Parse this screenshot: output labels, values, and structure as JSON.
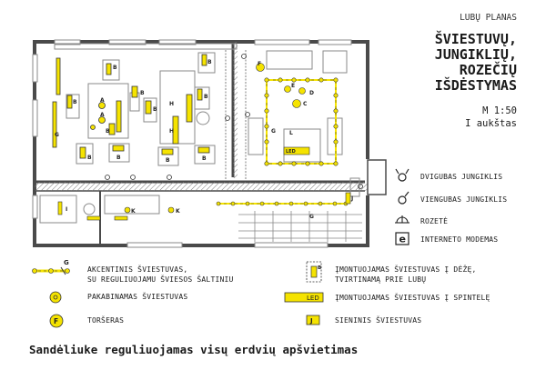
{
  "header": {
    "subtitle": "LUBŲ PLANAS",
    "title_lines": [
      "ŠVIESTUVŲ,",
      "JUNGIKLIŲ,",
      "ROZEČIŲ",
      "IŠDĖSTYMAS"
    ],
    "scale": "M 1:50",
    "floor": "I aukštas"
  },
  "symbols_right": [
    {
      "icon": "double-switch-icon",
      "label": "DVIGUBAS JUNGIKLIS"
    },
    {
      "icon": "single-switch-icon",
      "label": "VIENGUBAS JUNGIKLIS"
    },
    {
      "icon": "socket-icon",
      "label": "ROZETĖ"
    },
    {
      "icon": "internet-modem-icon",
      "label": "INTERNETO MODEMAS",
      "glyph": "e"
    }
  ],
  "legend_left": [
    {
      "icon": "accent-light-icon",
      "letter": "G",
      "lines": [
        "AKCENTINIS ŠVIESTUVAS,",
        "SU REGULIUOJAMU ŠVIESOS ŠALTINIU"
      ]
    },
    {
      "icon": "pendant-light-icon",
      "lines": [
        "PAKABINAMAS ŠVIESTUVAS"
      ]
    },
    {
      "icon": "floor-lamp-icon",
      "letter": "F",
      "lines": [
        "TORŠERAS"
      ]
    }
  ],
  "legend_right": [
    {
      "icon": "recessed-box-light-icon",
      "letter": "B",
      "lines": [
        "ĮMONTUOJAMAS ŠVIESTUVAS Į DĖŽĘ,",
        "TVIRTINAMĄ PRIE LUBŲ"
      ]
    },
    {
      "icon": "cabinet-led-icon",
      "badge": "LED",
      "lines": [
        "ĮMONTUOJAMAS ŠVIESTUVAS Į SPINTELĘ"
      ]
    },
    {
      "icon": "wall-light-icon",
      "letter": "J",
      "lines": [
        "SIENINIS ŠVIESTUVAS"
      ]
    }
  ],
  "footer": "Sandėliuke reguliuojamas visų erdvių apšvietimas",
  "plan_labels": {
    "A": "A",
    "B": "B",
    "C": "C",
    "D": "D",
    "E": "E",
    "F": "F",
    "G": "G",
    "H": "H",
    "I": "I",
    "J": "J",
    "K": "K",
    "L": "L",
    "LED": "LED"
  },
  "colors": {
    "yellow": "#f5e300",
    "wall": "#4a4a4a",
    "furniture": "#8a8a8a"
  }
}
